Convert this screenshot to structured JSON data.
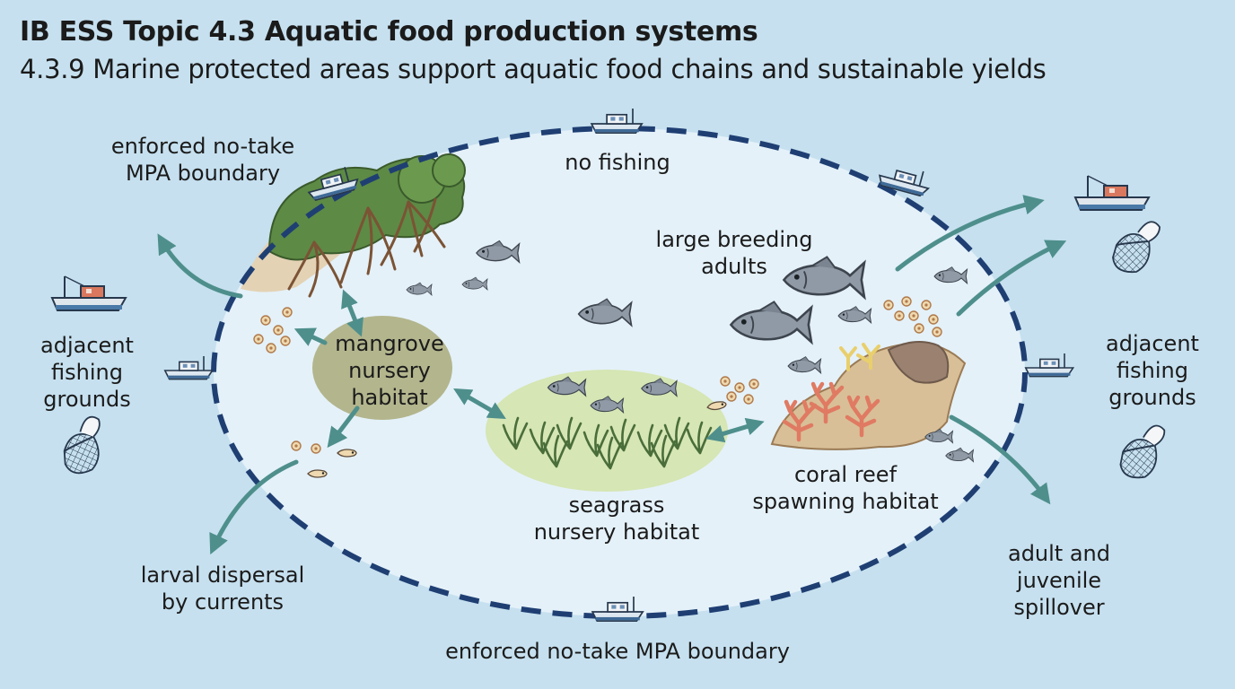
{
  "header": {
    "title": "IB ESS Topic 4.3 Aquatic food production systems",
    "subtitle": "4.3.9 Marine protected areas support aquatic food chains and sustainable yields"
  },
  "labels": {
    "mpa_boundary_top": "enforced no-take\nMPA boundary",
    "no_fishing": "no fishing",
    "large_breeding_adults": "large breeding\nadults",
    "adjacent_left": "adjacent\nfishing\ngrounds",
    "adjacent_right": "adjacent\nfishing\ngrounds",
    "mangrove": "mangrove\nnursery\nhabitat",
    "seagrass": "seagrass\nnursery habitat",
    "coral": "coral reef\nspawning habitat",
    "larval": "larval dispersal\nby currents",
    "spillover": "adult and juvenile\nspillover",
    "mpa_boundary_bottom": "enforced no-take MPA boundary"
  },
  "colors": {
    "ocean": "#c6e0ef",
    "mpa_interior": "#e4f1f9",
    "boundary": "#1f3f73",
    "arrow": "#4e8f8c",
    "mangrove_blob": "#b3b58d",
    "seagrass_blob": "#d6e6b4",
    "fish": "#8f9aa6",
    "coral": "#e07a62"
  },
  "icons": [
    "fishing-boat-icon",
    "fishing-net-icon",
    "fish-icon",
    "larva-egg-icon",
    "mangrove-tree-icon",
    "seagrass-icon",
    "coral-icon"
  ]
}
